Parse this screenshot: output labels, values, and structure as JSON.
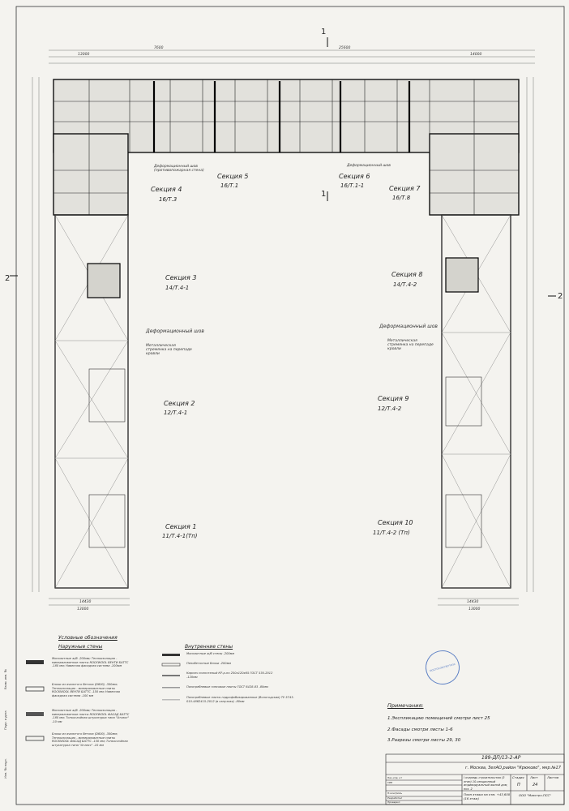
{
  "cut_marks": {
    "top": "1",
    "bottom": "1",
    "left": "2",
    "right": "2"
  },
  "sections": [
    {
      "title": "Секция 4",
      "sub": "16/Т.3"
    },
    {
      "title": "Секция 5",
      "sub": "16/Т.1"
    },
    {
      "title": "Секция 6",
      "sub": "16/Т.1-1"
    },
    {
      "title": "Секция 7",
      "sub": "16/Т.8"
    },
    {
      "title": "Секция 3",
      "sub": "14/Т.4-1"
    },
    {
      "title": "Секция 8",
      "sub": "14/Т.4-2"
    },
    {
      "title": "Секция 2",
      "sub": "12/Т.4-1"
    },
    {
      "title": "Секция 9",
      "sub": "12/Т.4-2"
    },
    {
      "title": "Секция 1",
      "sub": "11/Т.4-1(Тп)"
    },
    {
      "title": "Секция 10",
      "sub": "11/Т.4-2 (Тп)"
    }
  ],
  "annotations": {
    "deform_left": "Деформационный шов (противопожарная стена)",
    "deform_right": "Деформационный шов",
    "deform_mid": "Деформационный шов",
    "deform_mid_left": "Деформационный шов",
    "roof_left": "Металлическая стремянка на перепаде кровли",
    "roof_right": "Металлическая стремянка на перепаде кровли"
  },
  "dims": {
    "top_total": "25600",
    "top_a": "13000",
    "top_b": "7600",
    "top_c": "14000",
    "left_w": "14430",
    "right_w": "14430",
    "bottom_a": "13000",
    "bottom_b": "13000"
  },
  "legend": {
    "title": "Условные обозначения",
    "outer_head": "Наружные стены",
    "inner_head": "Внутренние стены",
    "outer": [
      "Монолитные ж/б -200мм; Теплоизоляция - минераловатные плиты ROCKWOOL ВЕНТИ БАТТС -180 мм; Навесная фасадная система -100мм",
      "Блоки из ячеистого бетона (D600) -300мм; Теплоизоляция - минераловатные плиты ROCKWOOL ВЕНТИ БАТТС -150 мм; Навесная фасадная система -100 мм",
      "Монолитные ж/б -200мм; Теплоизоляция - минераловатные плиты ROCKWOOL ФАСАД БАТТС -180 мм; Тонкослойная штукатурка типа \"Атласс\" -10 мм",
      "Блоки из ячеистого бетона (D600) -300мм; Теплоизоляция - минераловатные плиты ROCKWOOL ФАСАД БАТТС -150 мм; Тонкослойная штукатурка типа \"Атласс\" -10 мм"
    ],
    "inner": [
      "Монолитные ж/б стены -200мм",
      "Пенобетонные блоки -200мм",
      "Кирпич полнотелый КР-р-по 250х120х65 ГОСТ 530-2012 -120мм",
      "Пазогребневые гипсовые плиты ГОСТ 6428-83 -80мм",
      "Пазогребневые плиты гидрофобизированные (Вологодские) ТУ 5743-010-4862415-2012 (в санузлах) -80мм"
    ]
  },
  "notes": {
    "title": "Примечания:",
    "items": [
      "1.Экспликацию помещений смотри лист 25",
      "2.Фасады смотри листы 1-6",
      "3.Разрезы смотри листы 29, 30"
    ]
  },
  "title_block": {
    "code": "189-ДП/13-2-АР",
    "address": "г. Москва, ЗелАО,район \"Крюково\", мкр.№17",
    "object": "I очередь строительства (3 этап) 10-секционный индивидуальный жилой дом, поз. 2",
    "drawing": "План этажа на отм. +43,600 (16 этаж)",
    "stage_h": "Стадия",
    "sheet_h": "Лист",
    "sheets_h": "Листов",
    "stage": "П",
    "sheet": "24",
    "org": "ООО \"Маэстро-ПСС\"",
    "rows": [
      "Нач.отд. кт",
      "ГИП",
      "Н.контроль",
      "Разработал",
      "Проверил"
    ]
  },
  "side_labels": [
    "Взам. инв. №",
    "Подп. и дата",
    "Инв. № подл."
  ],
  "stamp_text": "МОСГОСЭКСПЕРТИЗА"
}
